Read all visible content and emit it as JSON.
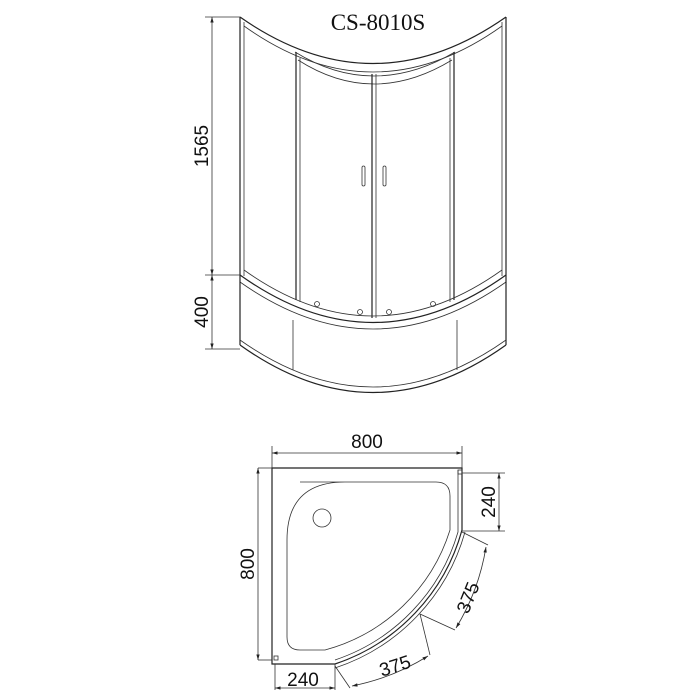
{
  "title": "CS-8010S",
  "front_view": {
    "glass_height": "1565",
    "base_height": "400"
  },
  "top_view": {
    "width": "800",
    "depth": "800",
    "side_panel_right": "240",
    "side_panel_bottom": "240",
    "door_arc_right": "375",
    "door_arc_bottom": "375"
  },
  "colors": {
    "line": "#222222",
    "background": "#ffffff"
  }
}
